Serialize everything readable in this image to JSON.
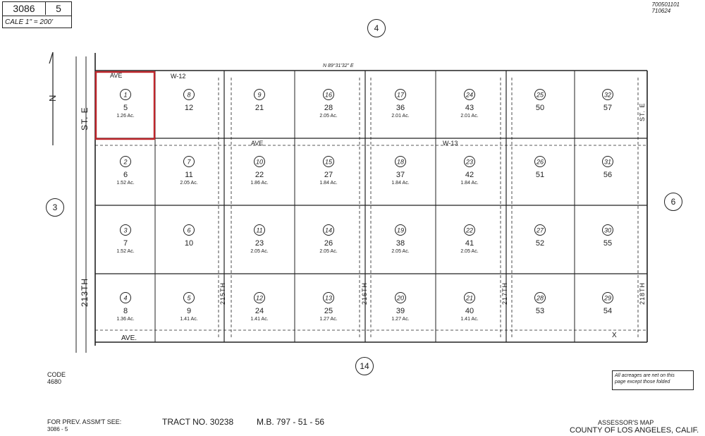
{
  "header": {
    "book": "3086",
    "page": "5",
    "scale": "CALE 1\" = 200'",
    "corner_note_1": "700501101",
    "corner_note_2": "710624"
  },
  "adjacent_pages": {
    "north": "4",
    "west": "3",
    "east": "6",
    "south": "14"
  },
  "streets": {
    "north_row_ave": "AVE",
    "w12": "W-12",
    "w13": "W-13",
    "ave_mid": "AVE",
    "st_e_west": "ST. E",
    "th213": "213TH",
    "bottom_ave": "AVE.",
    "th215": "215TH",
    "th216": "216TH",
    "th217": "217TH",
    "th218": "218TH",
    "st_e_east": "ST. E",
    "x": "X",
    "bearing": "N 89°31'32\" E"
  },
  "parcels": [
    {
      "lot": "5",
      "parcel": "1",
      "acres": "1.26 Ac."
    },
    {
      "lot": "12",
      "parcel": "8",
      "acres": ""
    },
    {
      "lot": "21",
      "parcel": "9",
      "acres": ""
    },
    {
      "lot": "28",
      "parcel": "16",
      "acres": "2.05 Ac."
    },
    {
      "lot": "36",
      "parcel": "17",
      "acres": "2.01 Ac."
    },
    {
      "lot": "43",
      "parcel": "24",
      "acres": "2.01 Ac."
    },
    {
      "lot": "50",
      "parcel": "25",
      "acres": ""
    },
    {
      "lot": "57",
      "parcel": "32",
      "acres": ""
    },
    {
      "lot": "6",
      "parcel": "2",
      "acres": "1.52 Ac."
    },
    {
      "lot": "11",
      "parcel": "7",
      "acres": "2.05 Ac."
    },
    {
      "lot": "22",
      "parcel": "10",
      "acres": "1.86 Ac."
    },
    {
      "lot": "27",
      "parcel": "15",
      "acres": "1.84 Ac."
    },
    {
      "lot": "37",
      "parcel": "18",
      "acres": "1.84 Ac."
    },
    {
      "lot": "42",
      "parcel": "23",
      "acres": "1.84 Ac."
    },
    {
      "lot": "51",
      "parcel": "26",
      "acres": ""
    },
    {
      "lot": "56",
      "parcel": "31",
      "acres": ""
    },
    {
      "lot": "7",
      "parcel": "3",
      "acres": "1.52 Ac."
    },
    {
      "lot": "10",
      "parcel": "6",
      "acres": ""
    },
    {
      "lot": "23",
      "parcel": "11",
      "acres": "2.05 Ac."
    },
    {
      "lot": "26",
      "parcel": "14",
      "acres": "2.05 Ac."
    },
    {
      "lot": "38",
      "parcel": "19",
      "acres": "2.05 Ac."
    },
    {
      "lot": "41",
      "parcel": "22",
      "acres": "2.05 Ac."
    },
    {
      "lot": "52",
      "parcel": "27",
      "acres": ""
    },
    {
      "lot": "55",
      "parcel": "30",
      "acres": ""
    },
    {
      "lot": "8",
      "parcel": "4",
      "acres": "1.36 Ac."
    },
    {
      "lot": "9",
      "parcel": "5",
      "acres": "1.41 Ac."
    },
    {
      "lot": "24",
      "parcel": "12",
      "acres": "1.41 Ac."
    },
    {
      "lot": "25",
      "parcel": "13",
      "acres": "1.27 Ac."
    },
    {
      "lot": "39",
      "parcel": "20",
      "acres": "1.27 Ac."
    },
    {
      "lot": "40",
      "parcel": "21",
      "acres": "1.41 Ac."
    },
    {
      "lot": "53",
      "parcel": "28",
      "acres": ""
    },
    {
      "lot": "54",
      "parcel": "29",
      "acres": ""
    }
  ],
  "footer": {
    "code_label": "CODE",
    "code_value": "4680",
    "prev_assmt": "FOR PREV. ASSM'T SEE:",
    "prev_ref": "3086 - 5",
    "tract": "TRACT NO. 30238",
    "mb": "M.B. 797 - 51 - 56",
    "assessor": "ASSESSOR'S MAP",
    "county": "COUNTY OF LOS ANGELES, CALIF.",
    "note_line1": "All acreages are net on this",
    "note_line2": "page except those folded"
  },
  "colors": {
    "highlight": "#c0262c",
    "ink": "#222222"
  }
}
